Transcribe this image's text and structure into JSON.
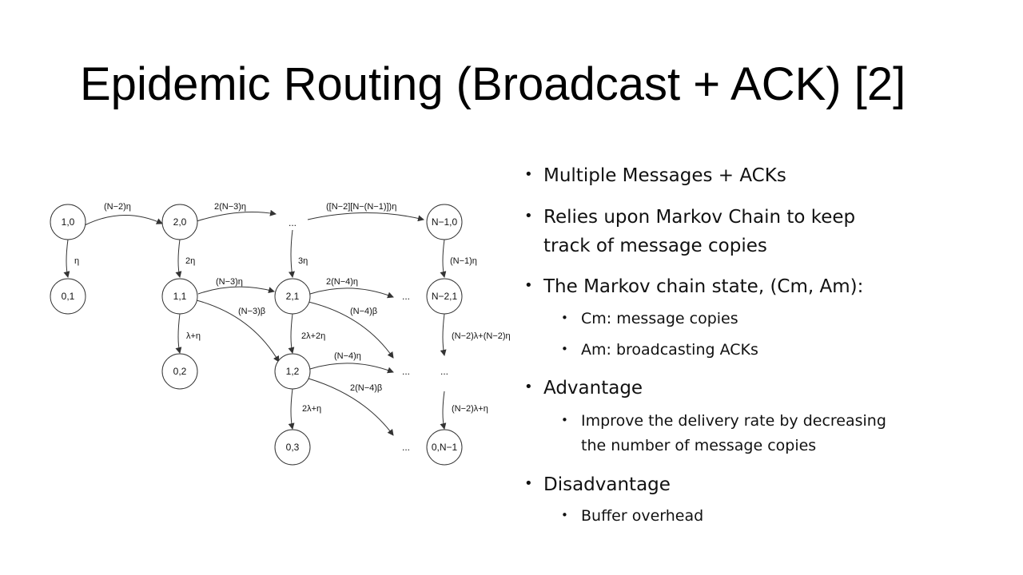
{
  "title": "Epidemic Routing (Broadcast + ACK) [2]",
  "diagram": {
    "nodes": {
      "n10": "1,0",
      "n20": "2,0",
      "nN10": "N−1,0",
      "n01": "0,1",
      "n11": "1,1",
      "n21": "2,1",
      "nN21": "N−2,1",
      "n02": "0,2",
      "n12": "1,2",
      "n03": "0,3",
      "n0N1": "0,N−1"
    },
    "edge_labels": {
      "e10_20": "(N−2)η",
      "e20_dots": "2(N−3)η",
      "edots_N10": "([N−2][N−(N−1)])η",
      "e10_01": "η",
      "e20_11": "2η",
      "edots_21": "3η",
      "eN10_N21": "(N−1)η",
      "e11_21": "(N−3)η",
      "e11_12": "(N−3)β",
      "e21_dots": "2(N−4)η",
      "e21_diag": "(N−4)β",
      "e11_02": "λ+η",
      "e21_12": "2λ+2η",
      "eN21_down": "(N−2)λ+(N−2)η",
      "e12_dots": "(N−4)η",
      "e12_diag": "2(N−4)β",
      "e12_03": "2λ+η",
      "edown_0N1": "(N−2)λ+η"
    },
    "ellipsis": "..."
  },
  "bullets": [
    {
      "text": "Multiple Messages + ACKs",
      "level": 1
    },
    {
      "text": "Relies upon Markov Chain to keep",
      "text2": "track of message copies",
      "level": 1
    },
    {
      "text": "The Markov chain state, (Cm, Am):",
      "level": 1
    },
    {
      "text": "Cm: message copies",
      "level": 2
    },
    {
      "text": "Am: broadcasting ACKs",
      "level": 2
    },
    {
      "text": "Advantage",
      "level": 1
    },
    {
      "text": "Improve the delivery rate by decreasing",
      "text2": "the number of message copies",
      "level": 2
    },
    {
      "text": "Disadvantage",
      "level": 1
    },
    {
      "text": "Buffer overhead",
      "level": 2
    }
  ],
  "colors": {
    "text": "#111111",
    "stroke": "#333333",
    "background": "#ffffff"
  }
}
